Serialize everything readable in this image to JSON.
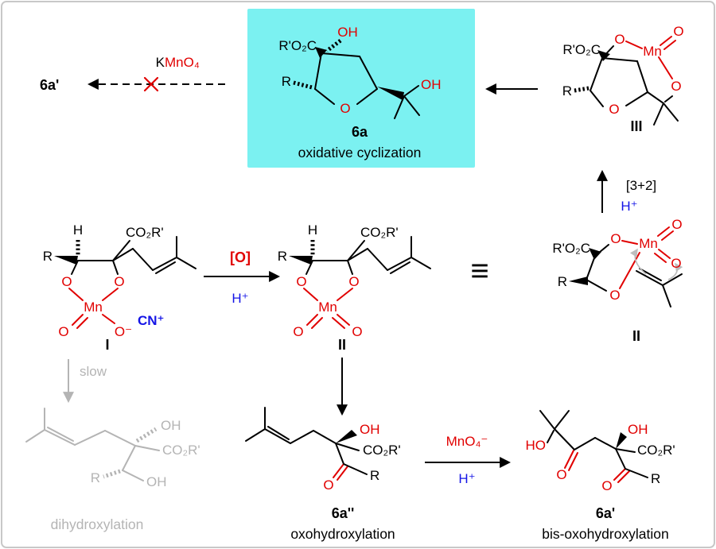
{
  "palette": {
    "red": "#e10000",
    "blue": "#1414e6",
    "gray": "#b4b4b4",
    "highlight": "#7bf1f1",
    "frame": "#c8c8c8"
  },
  "scheme": {
    "top_left": {
      "product": "6a'",
      "reagent_k": "K",
      "reagent_mno4": "MnO₄"
    },
    "box_6a": {
      "ester": "R'O₂C",
      "oh_top": "OH",
      "r": "R",
      "ring_o": "O",
      "oh_side": "OH",
      "label": "6a",
      "caption": "oxidative cyclization"
    },
    "struct_iii": {
      "ester": "R'O₂C",
      "o_link": "O",
      "mn": "Mn",
      "o_oxo": "O",
      "o_bridge": "O",
      "r": "R",
      "ring_o": "O",
      "label": "III"
    },
    "step_cycloaddition": {
      "mode": "[3+2]",
      "acid": "H⁺"
    },
    "struct_i": {
      "h": "H",
      "ester": "CO₂R'",
      "r": "R",
      "o_left": "O",
      "o_right": "O",
      "mn": "Mn",
      "o_oxo": "O",
      "o_minus": "O⁻",
      "counterion": "CN⁺",
      "label": "I"
    },
    "step_oxidation": {
      "oxidant": "[O]",
      "acid": "H⁺"
    },
    "struct_ii": {
      "h": "H",
      "ester": "CO₂R'",
      "r": "R",
      "o_left": "O",
      "o_right": "O",
      "mn": "Mn",
      "o_oxo_left": "O",
      "o_oxo_right": "O",
      "label": "II"
    },
    "identity_symbol": "≡",
    "struct_ii_alkene": {
      "ester": "R'O₂C",
      "o_link": "O",
      "mn": "Mn",
      "o_oxo_top": "O",
      "o_oxo_bottom": "O",
      "r": "R",
      "o_bridge": "O",
      "label": "II"
    },
    "slow_path": {
      "arrow_label": "slow",
      "struct": {
        "oh_top": "OH",
        "ester": "CO₂R'",
        "r": "R",
        "oh_bottom": "OH"
      },
      "caption": "dihydroxylation"
    },
    "struct_6a_doubleprime": {
      "oh": "OH",
      "ester": "CO₂R'",
      "o_keto": "O",
      "r": "R",
      "label": "6a''",
      "caption": "oxohydroxylation"
    },
    "step_permanganate": {
      "oxidant": "MnO₄⁻",
      "acid": "H⁺"
    },
    "struct_6a_prime": {
      "ho": "HO",
      "o_keto_left": "O",
      "oh": "OH",
      "ester": "CO₂R'",
      "o_keto_right": "O",
      "r": "R",
      "label": "6a'",
      "caption": "bis-oxohydroxylation"
    }
  }
}
